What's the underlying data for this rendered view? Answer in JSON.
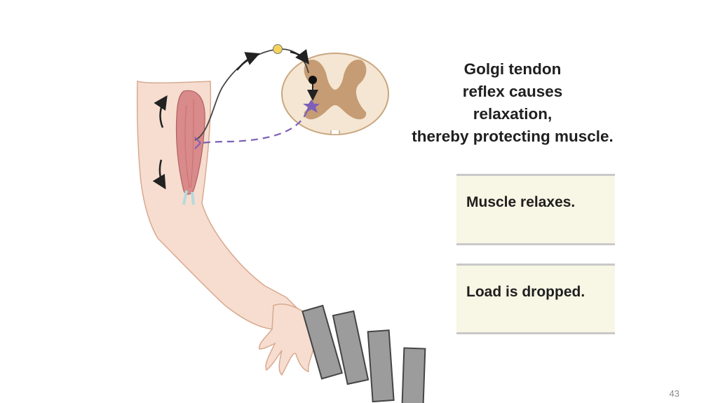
{
  "caption": {
    "line1": "Golgi tendon",
    "line2": "reflex causes",
    "line3": "relaxation,",
    "line4": "thereby protecting muscle."
  },
  "panels": [
    {
      "label": "Muscle relaxes."
    },
    {
      "label": "Load is dropped."
    }
  ],
  "page_number": "43",
  "colors": {
    "skin": "#f6ddd0",
    "skin_outline": "#d9a98f",
    "muscle": "#d98a8a",
    "spinal_gray_matter": "#b98a5d",
    "spinal_white_matter": "#f4e6d2",
    "motor_neuron": "#7d5fb8",
    "weights": "#9c9c9c",
    "panel_background": "#f8f6e4"
  }
}
